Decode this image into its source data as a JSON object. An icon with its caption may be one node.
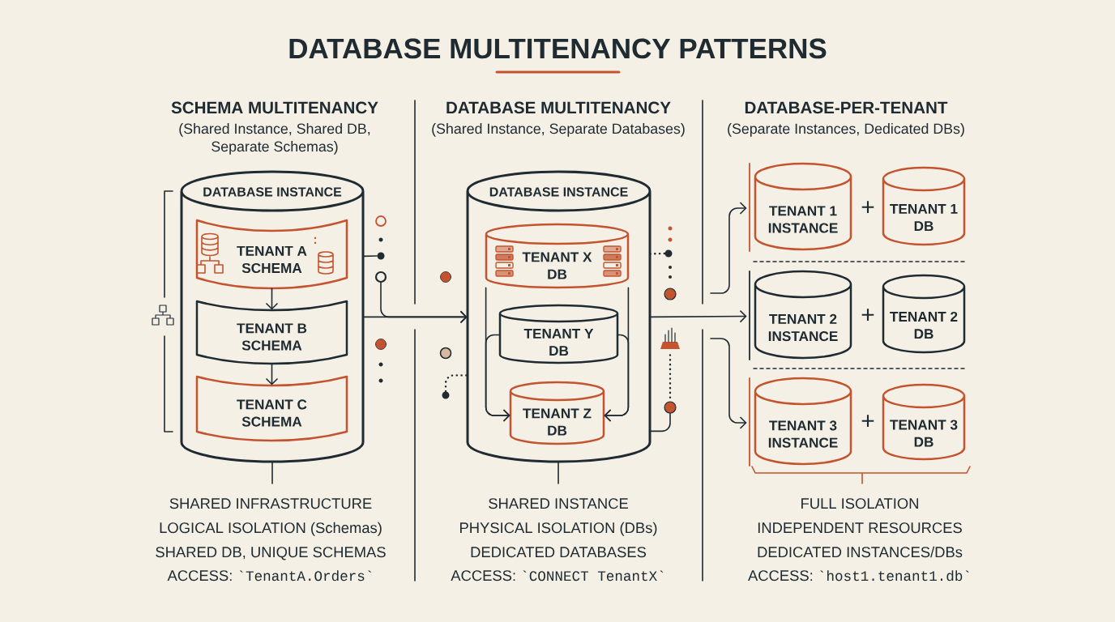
{
  "diagram": {
    "title": "DATABASE MULTITENANCY PATTERNS",
    "nodes": [
      {
        "text": [
          "DATABASE INSTANCE"
        ]
      },
      {
        "text": [
          "TENANT A SCHEMA"
        ],
        "in": 0
      },
      {
        "text": [
          "TENANT B SCHEMA"
        ],
        "in": 0
      },
      {
        "text": [
          "TENANT C SCHEMA"
        ],
        "in": 0
      },
      {
        "text": [
          "DATABASE INSTANCE"
        ]
      },
      {
        "text": [
          "TENANT X DB"
        ],
        "in": 4
      },
      {
        "text": [
          "TENANT Y DB"
        ],
        "in": 4
      },
      {
        "text": [
          "TENANT Z DB"
        ],
        "in": 4
      },
      {
        "text": [
          "TENANT 1 INSTANCE"
        ]
      },
      {
        "text": [
          "TENANT 1 DB"
        ]
      },
      {
        "text": [
          "TENANT 2 INSTANCE"
        ]
      },
      {
        "text": [
          "TENANT 2 DB"
        ]
      },
      {
        "text": [
          "TENANT 3 INSTANCE"
        ]
      },
      {
        "text": [
          "TENANT 3 DB"
        ]
      },
      {
        "text": [],
        "shape": "circle"
      },
      {
        "text": [],
        "shape": "circle"
      },
      {
        "text": [],
        "shape": "circle"
      },
      {
        "text": [],
        "shape": "circle"
      },
      {
        "text": [],
        "shape": "circle"
      },
      {
        "text": [],
        "shape": "circle"
      },
      {
        "text": [],
        "shape": "picture"
      }
    ],
    "edges": [
      {
        "from": 1,
        "to": 2,
        "arrow": "to"
      },
      {
        "from": 2,
        "to": 3,
        "arrow": "to"
      },
      {
        "from": 0,
        "to": 4,
        "arrow": "to"
      },
      {
        "from": 15,
        "to": 4,
        "arrow": "to"
      },
      {
        "from": 0,
        "to": 14,
        "arrow": "none"
      },
      {
        "from": 18,
        "to": 4,
        "arrow": "none",
        "style": "dashed"
      },
      {
        "from": 5,
        "to": 7,
        "arrow": "to"
      },
      {
        "from": 6,
        "to": 7,
        "arrow": "to"
      },
      {
        "from": 5,
        "to": 7,
        "arrow": "to"
      },
      {
        "from": 6,
        "to": 7,
        "arrow": "to"
      },
      {
        "from": 4,
        "to": 16,
        "arrow": "none",
        "style": "dashed"
      },
      {
        "from": 4,
        "to": 17,
        "arrow": "none"
      },
      {
        "from": 4,
        "to": 10,
        "arrow": "to"
      },
      {
        "from": null,
        "to": 8,
        "arrow": "to"
      },
      {
        "from": null,
        "to": 12,
        "arrow": "to"
      },
      {
        "from": 20,
        "to": 17,
        "arrow": "none",
        "style": "dashed"
      }
    ],
    "labels": [
      "SCHEMA MULTITENANCY",
      "(Shared Instance, Shared DB, Separate Schemas)",
      "DATABASE MULTITENANCY",
      "(Shared Instance, Separate Databases)",
      "DATABASE-PER-TENANT",
      "(Separate Instances, Dedicated DBs)",
      "+",
      "+",
      "+",
      "SHARED INFRASTRUCTURE",
      "LOGICAL ISOLATION (Schemas)",
      "SHARED DB, UNIQUE SCHEMAS",
      "ACCESS:",
      "`TenantA.Orders`",
      "SHARED INSTANCE",
      "PHYSICAL ISOLATION (DBs)",
      "DEDICATED DATABASES",
      "ACCESS:",
      "`CONNECT TenantX`",
      "FULL ISOLATION",
      "INDEPENDENT RESOURCES",
      "DEDICATED INSTANCES/DBs",
      "ACCESS:",
      "`host1.tenant1.db`"
    ]
  }
}
